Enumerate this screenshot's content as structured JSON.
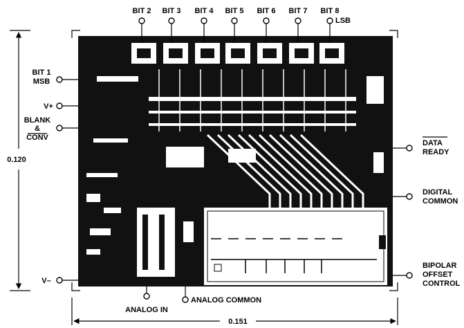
{
  "pins_top": [
    {
      "label": "BIT 2"
    },
    {
      "label": "BIT 3"
    },
    {
      "label": "BIT 4"
    },
    {
      "label": "BIT 5"
    },
    {
      "label": "BIT 6"
    },
    {
      "label": "BIT 7"
    },
    {
      "label": "BIT 8"
    }
  ],
  "lsb_label": "LSB",
  "pins_left": [
    {
      "line1": "BIT 1",
      "line2": "MSB"
    },
    {
      "line1": "V+"
    },
    {
      "line1": "BLANK",
      "line2": "&",
      "line3": "CONV"
    },
    {
      "line1": "V–"
    }
  ],
  "pins_right": [
    {
      "line1": "DATA",
      "line2": "READY"
    },
    {
      "line1": "DIGITAL",
      "line2": "COMMON"
    },
    {
      "line1": "BIPOLAR",
      "line2": "OFFSET",
      "line3": "CONTROL"
    }
  ],
  "pins_bottom": [
    {
      "label": "ANALOG IN"
    },
    {
      "label": "ANALOG COMMON"
    }
  ],
  "dimensions": {
    "height_label": "0.120",
    "width_label": "0.151"
  },
  "colors": {
    "ink": "#000000",
    "paper": "#ffffff"
  }
}
